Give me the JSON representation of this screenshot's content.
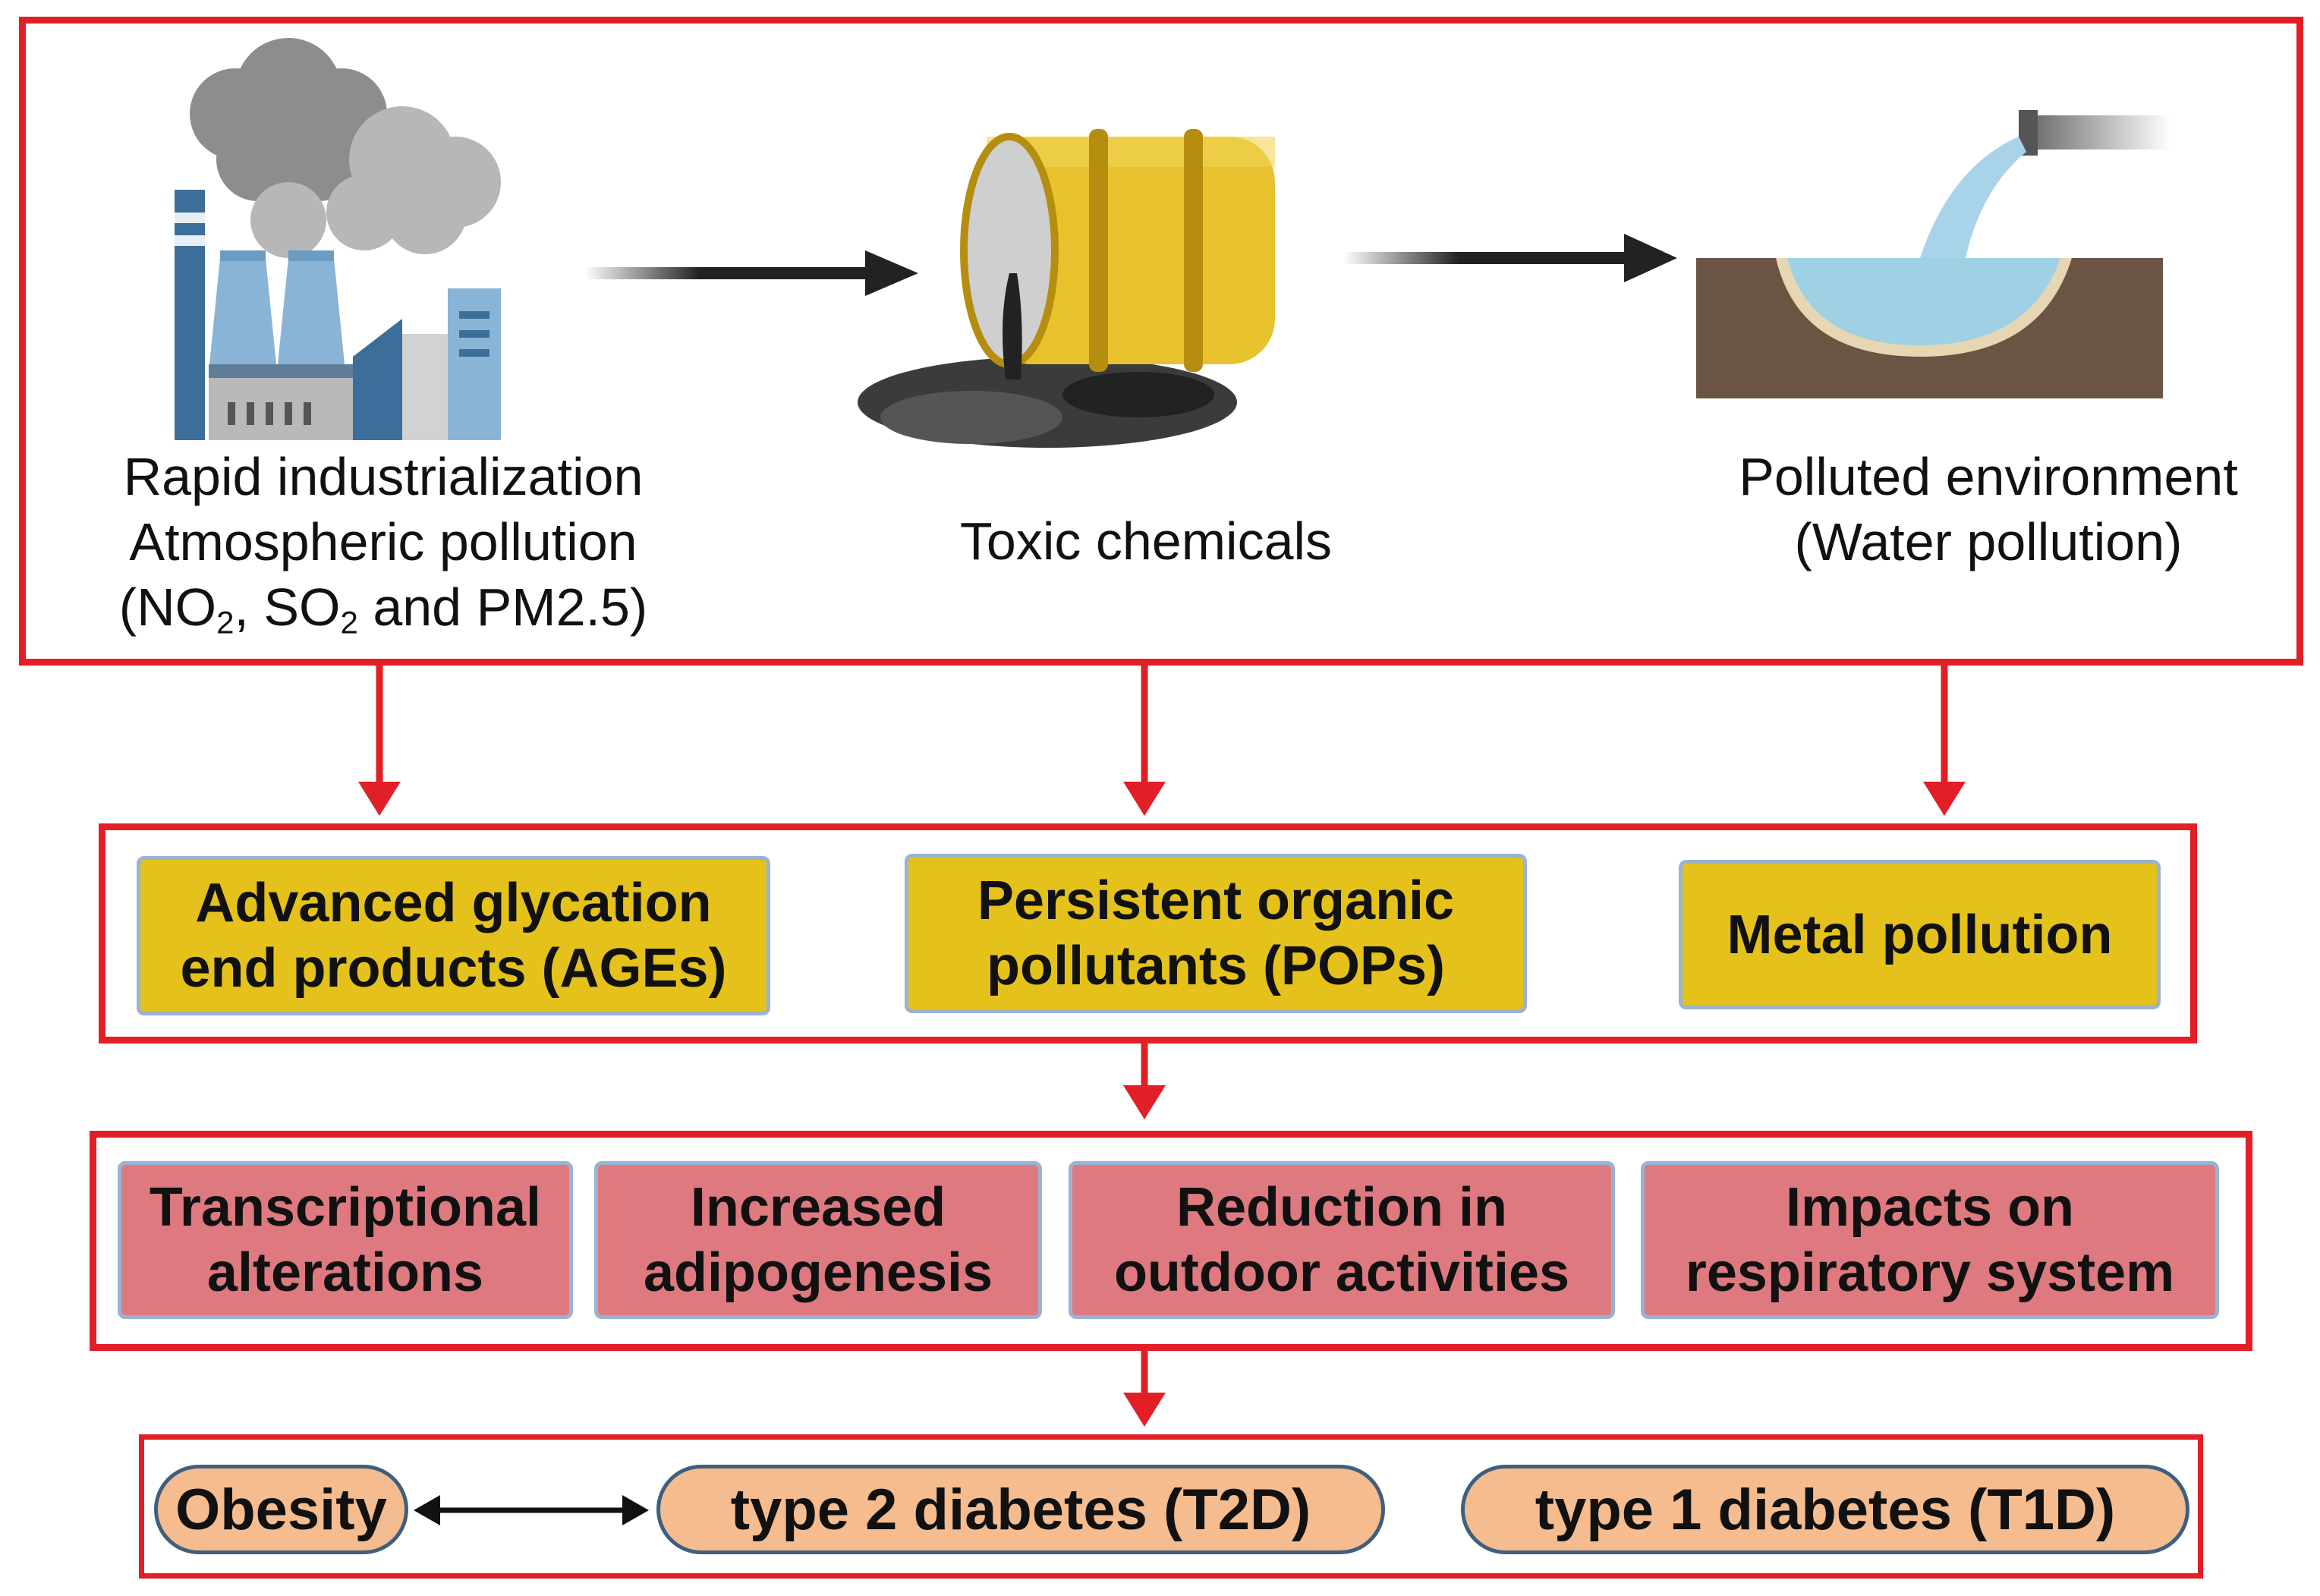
{
  "top": {
    "industry": {
      "line1": "Rapid industrialization",
      "line2": "Atmospheric pollution",
      "line3_open": "(NO",
      "line3_sub1": "2",
      "line3_mid": ", SO",
      "line3_sub2": "2",
      "line3_end": " and PM2.5)"
    },
    "chemicals": {
      "label": "Toxic chemicals"
    },
    "environment": {
      "line1": "Polluted environment",
      "line2": "(Water pollution)"
    }
  },
  "pollutants": [
    {
      "line1": "Advanced glycation",
      "line2": "end products (AGEs)"
    },
    {
      "line1": "Persistent organic",
      "line2": "pollutants (POPs)"
    },
    {
      "line1": "Metal pollution",
      "line2": ""
    }
  ],
  "effects": [
    {
      "line1": "Transcriptional",
      "line2": "alterations"
    },
    {
      "line1": "Increased",
      "line2": "adipogenesis"
    },
    {
      "line1": "Reduction in",
      "line2": "outdoor activities"
    },
    {
      "line1": "Impacts on",
      "line2": "respiratory system"
    }
  ],
  "outcomes": {
    "obesity": "Obesity",
    "t2d": "type 2 diabetes (T2D)",
    "t1d": "type 1 diabetes (T1D)"
  },
  "colors": {
    "frame_red": "#e21f26",
    "pollutant_yellow": "#e4c21b",
    "effect_pink": "#de7a7f",
    "outcome_peach": "#f4bc8f"
  },
  "icons": [
    "factory-icon",
    "barrel-icon",
    "water-pollution-icon",
    "double-arrow-icon"
  ]
}
